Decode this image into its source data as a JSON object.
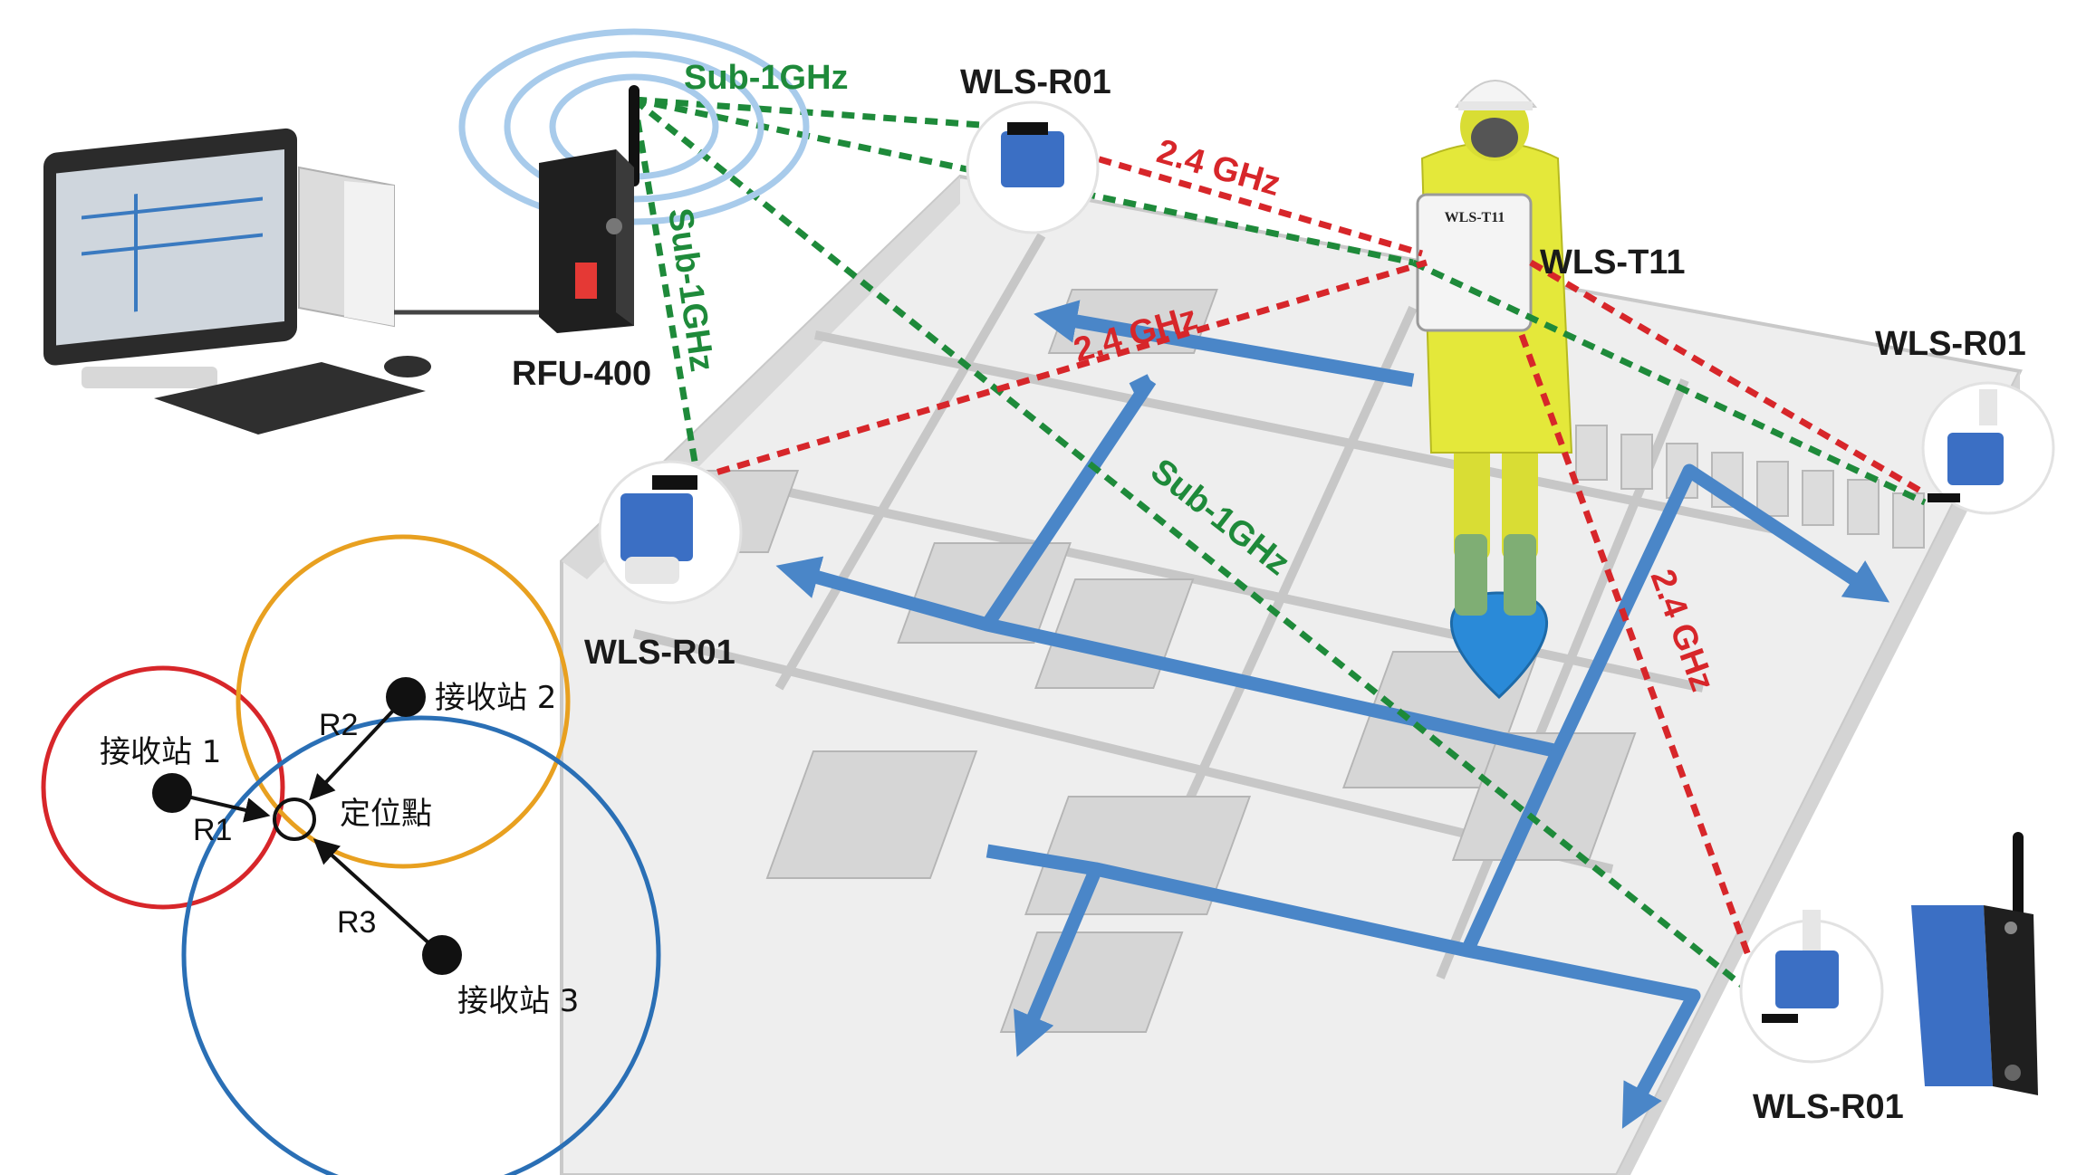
{
  "devices": {
    "gateway": "RFU-400",
    "tag": "WLS-T11",
    "tag_case_text": "WLS-T11",
    "receivers": [
      "WLS-R01",
      "WLS-R01",
      "WLS-R01",
      "WLS-R01"
    ]
  },
  "links": {
    "sub1": [
      "Sub-1GHz",
      "Sub-1GHz",
      "Sub-1GHz"
    ],
    "ghz24": [
      "2.4 GHz",
      "2.4 GHz",
      "2.4 GHz"
    ]
  },
  "trilateration": {
    "stations": [
      "接收站 1",
      "接收站 2",
      "接收站 3"
    ],
    "ranges": [
      "R1",
      "R2",
      "R3"
    ],
    "target": "定位點"
  },
  "colors": {
    "sub1": "#1e8a3a",
    "ghz24": "#d7262a",
    "path": "#4a86c8",
    "circle_1": "#d7262a",
    "circle_2": "#e8a020",
    "circle_3": "#2a6fb5",
    "device_blue": "#3b6fc4"
  },
  "icons": [
    "desktop-computer-icon",
    "keyboard-icon",
    "mouse-icon",
    "gateway-router-icon",
    "receiver-icon",
    "worker-icon",
    "location-pin-icon",
    "wireless-waves-icon"
  ]
}
